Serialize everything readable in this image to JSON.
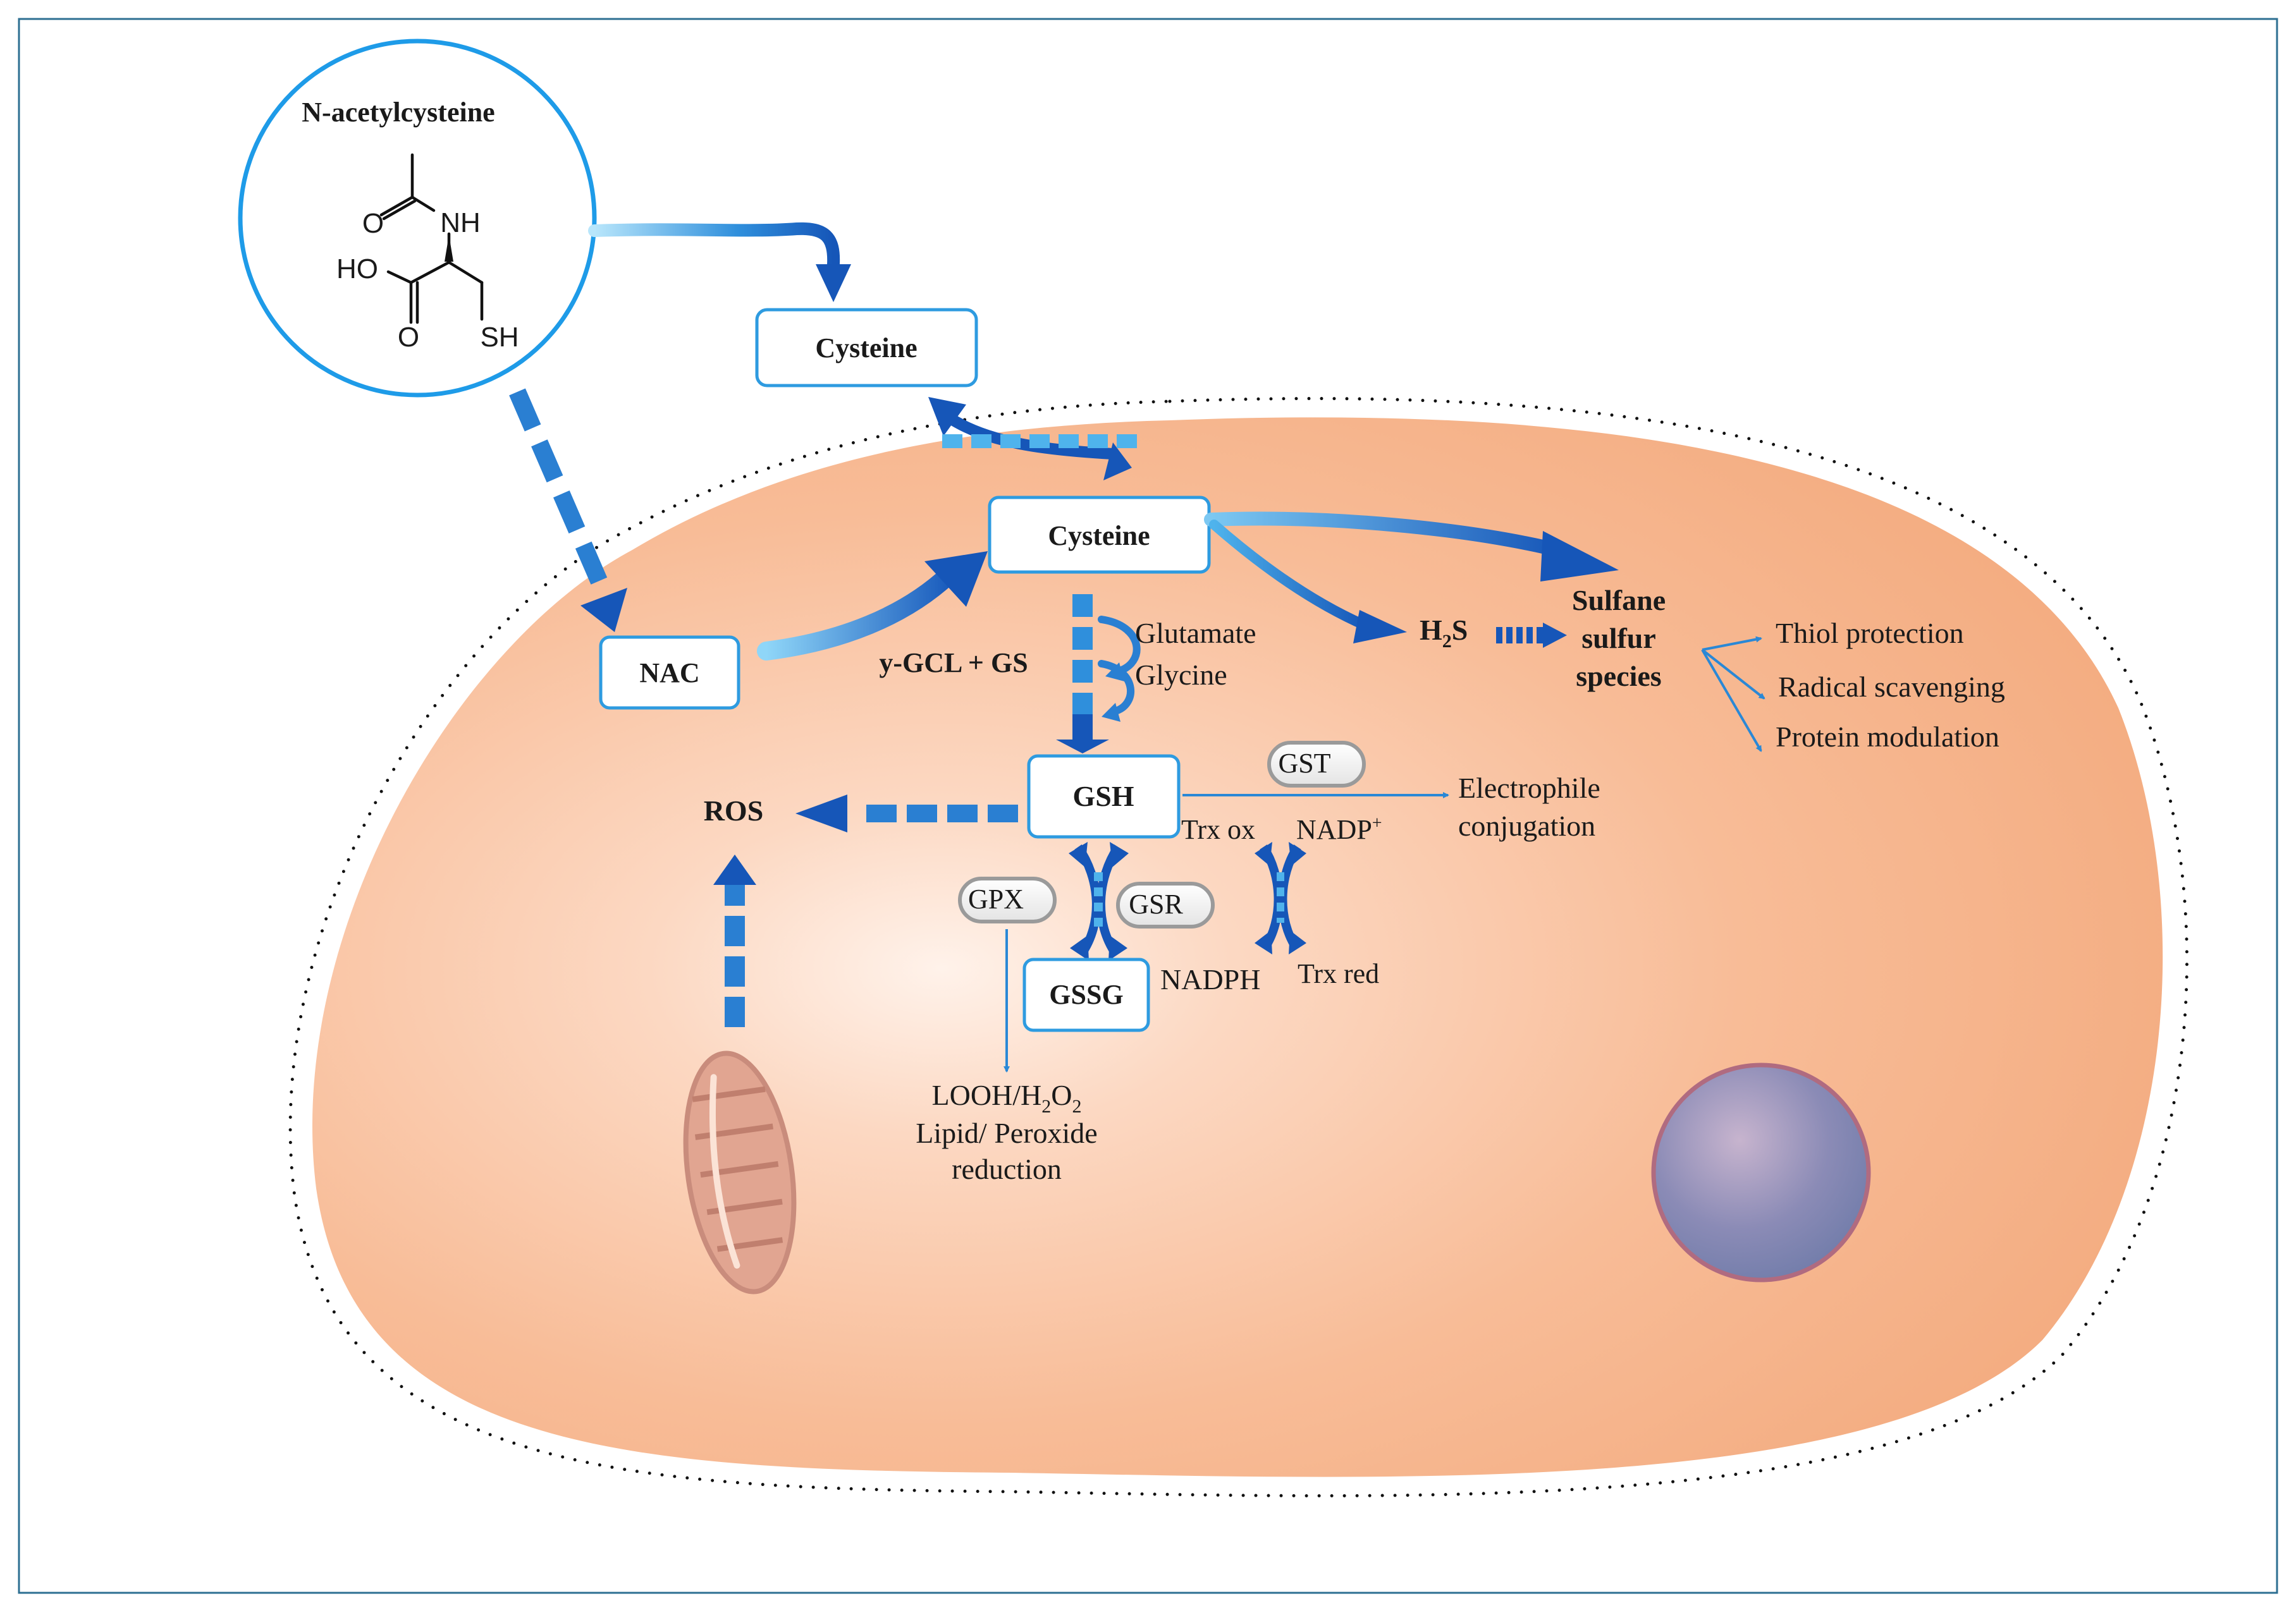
{
  "molecule": {
    "title": "N-acetylcysteine",
    "atoms": {
      "o_carbonyl": "O",
      "nh": "NH",
      "ho": "HO",
      "o_acid": "O",
      "sh": "SH"
    }
  },
  "nodes": {
    "cysteine_extracellular": "Cysteine",
    "cysteine_intracellular": "Cysteine",
    "nac": "NAC",
    "gsh": "GSH",
    "gssg": "GSSG",
    "ros": "ROS",
    "h2s": {
      "h": "H",
      "sub": "2",
      "s": "S"
    },
    "sulfane": [
      "Sulfane",
      "sulfur",
      "species"
    ]
  },
  "labels": {
    "enzymes_synthesis": "y-GCL + GS",
    "glutamate": "Glutamate",
    "glycine": "Glycine",
    "trx_ox": "Trx ox",
    "nadp_plus": {
      "base": "NADP",
      "sup": "+"
    },
    "nadph": "NADPH",
    "trx_red": "Trx red",
    "electrophile": [
      "Electrophile",
      "conjugation"
    ],
    "looh": {
      "a": "LOOH/H",
      "b": "2",
      "c": "O",
      "d": "2"
    },
    "peroxide": [
      "Lipid/ Peroxide",
      "reduction"
    ]
  },
  "enzymes": {
    "gst": "GST",
    "gpx": "GPX",
    "gsr": "GSR"
  },
  "outcomes": [
    "Thiol protection",
    "Radical scavenging",
    "Protein modulation"
  ],
  "colors": {
    "arrow_dark": "#1656b8",
    "arrow_light": "#4fb3ec",
    "box_border": "#2e9be0",
    "cell_fill": "#f6b287",
    "cell_highlight": "#fde9dc",
    "nucleus": "#7d80ac",
    "mitochondrion": "#d98f77",
    "frame": "#2d6f92"
  }
}
